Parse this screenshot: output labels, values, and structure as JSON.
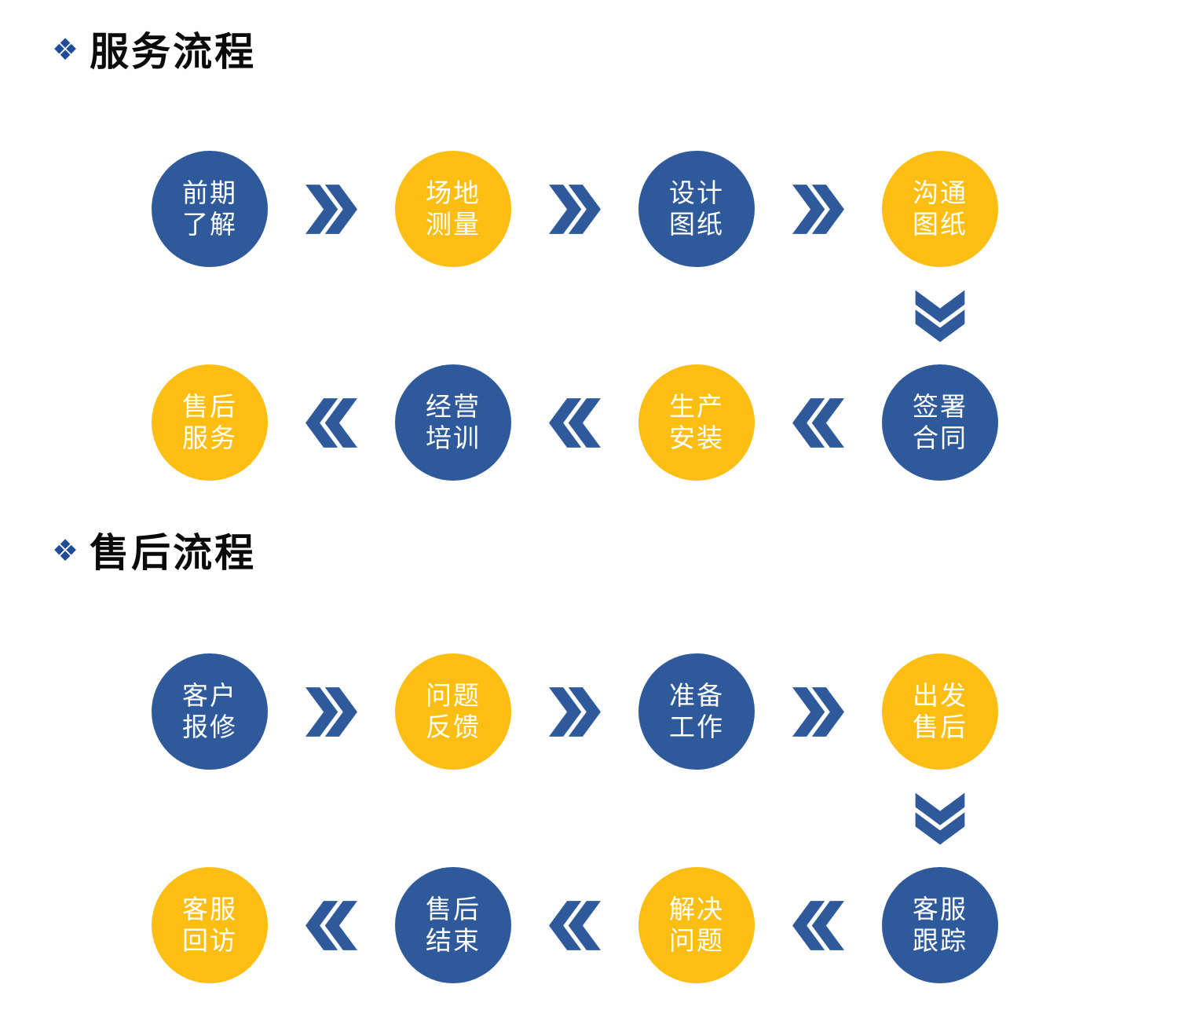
{
  "colors": {
    "blue": "#2e5a9c",
    "yellow": "#fdbe14",
    "chevron": "#2e5a9c",
    "marker": "#1d4c99",
    "title": "#0a0a0a",
    "bg": "#fefefe"
  },
  "sections": [
    {
      "id": "service",
      "marker": "❖",
      "title": "服务流程",
      "row1": [
        {
          "line1": "前期",
          "line2": "了解",
          "color": "blue"
        },
        {
          "line1": "场地",
          "line2": "测量",
          "color": "yellow"
        },
        {
          "line1": "设计",
          "line2": "图纸",
          "color": "blue"
        },
        {
          "line1": "沟通",
          "line2": "图纸",
          "color": "yellow"
        }
      ],
      "row2": [
        {
          "line1": "售后",
          "line2": "服务",
          "color": "yellow"
        },
        {
          "line1": "经营",
          "line2": "培训",
          "color": "blue"
        },
        {
          "line1": "生产",
          "line2": "安装",
          "color": "yellow"
        },
        {
          "line1": "签署",
          "line2": "合同",
          "color": "blue"
        }
      ]
    },
    {
      "id": "aftersales",
      "marker": "❖",
      "title": "售后流程",
      "row1": [
        {
          "line1": "客户",
          "line2": "报修",
          "color": "blue"
        },
        {
          "line1": "问题",
          "line2": "反馈",
          "color": "yellow"
        },
        {
          "line1": "准备",
          "line2": "工作",
          "color": "blue"
        },
        {
          "line1": "出发",
          "line2": "售后",
          "color": "yellow"
        }
      ],
      "row2": [
        {
          "line1": "客服",
          "line2": "回访",
          "color": "yellow"
        },
        {
          "line1": "售后",
          "line2": "结束",
          "color": "blue"
        },
        {
          "line1": "解决",
          "line2": "问题",
          "color": "yellow"
        },
        {
          "line1": "客服",
          "line2": "跟踪",
          "color": "blue"
        }
      ]
    }
  ]
}
